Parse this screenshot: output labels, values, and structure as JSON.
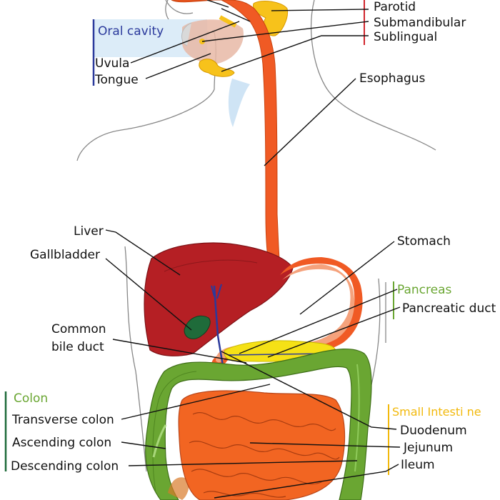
{
  "labels": {
    "oral_cavity": "Oral cavity",
    "uvula": "Uvula",
    "tongue": "Tongue",
    "parotid": "Parotid",
    "submandibular": "Submandibular",
    "sublingual": "Sublingual",
    "esophagus": "Esophagus",
    "liver": "Liver",
    "gallbladder": "Gallbladder",
    "common_bile_duct_line1": "Common",
    "common_bile_duct_line2": "bile duct",
    "stomach": "Stomach",
    "pancreas": "Pancreas",
    "pancreatic_duct": "Pancreatic duct",
    "colon": "Colon",
    "transverse_colon": "Transverse colon",
    "ascending_colon": "Ascending colon",
    "descending_colon": "Descending colon",
    "small_intestine": "Small Intesti ne",
    "duodenum": "Duodenum",
    "jejunum": "Jejunum",
    "ileum": "Ileum"
  },
  "colors": {
    "esophagus": "#f05a24",
    "stomach": "#f5a27c",
    "liver": "#b51f24",
    "gallbladder": "#1f6b3a",
    "bile_duct": "#2b3a9c",
    "pancreas": "#f5e116",
    "salivary": "#f7c21b",
    "colon": "#6aa632",
    "small_intestine": "#f26522",
    "oral_cavity_box": "#dcecf8",
    "group_blue": "#2b3a9c",
    "group_red": "#d1262e",
    "group_green": "#6aa632",
    "group_yellow": "#f2b90c"
  }
}
